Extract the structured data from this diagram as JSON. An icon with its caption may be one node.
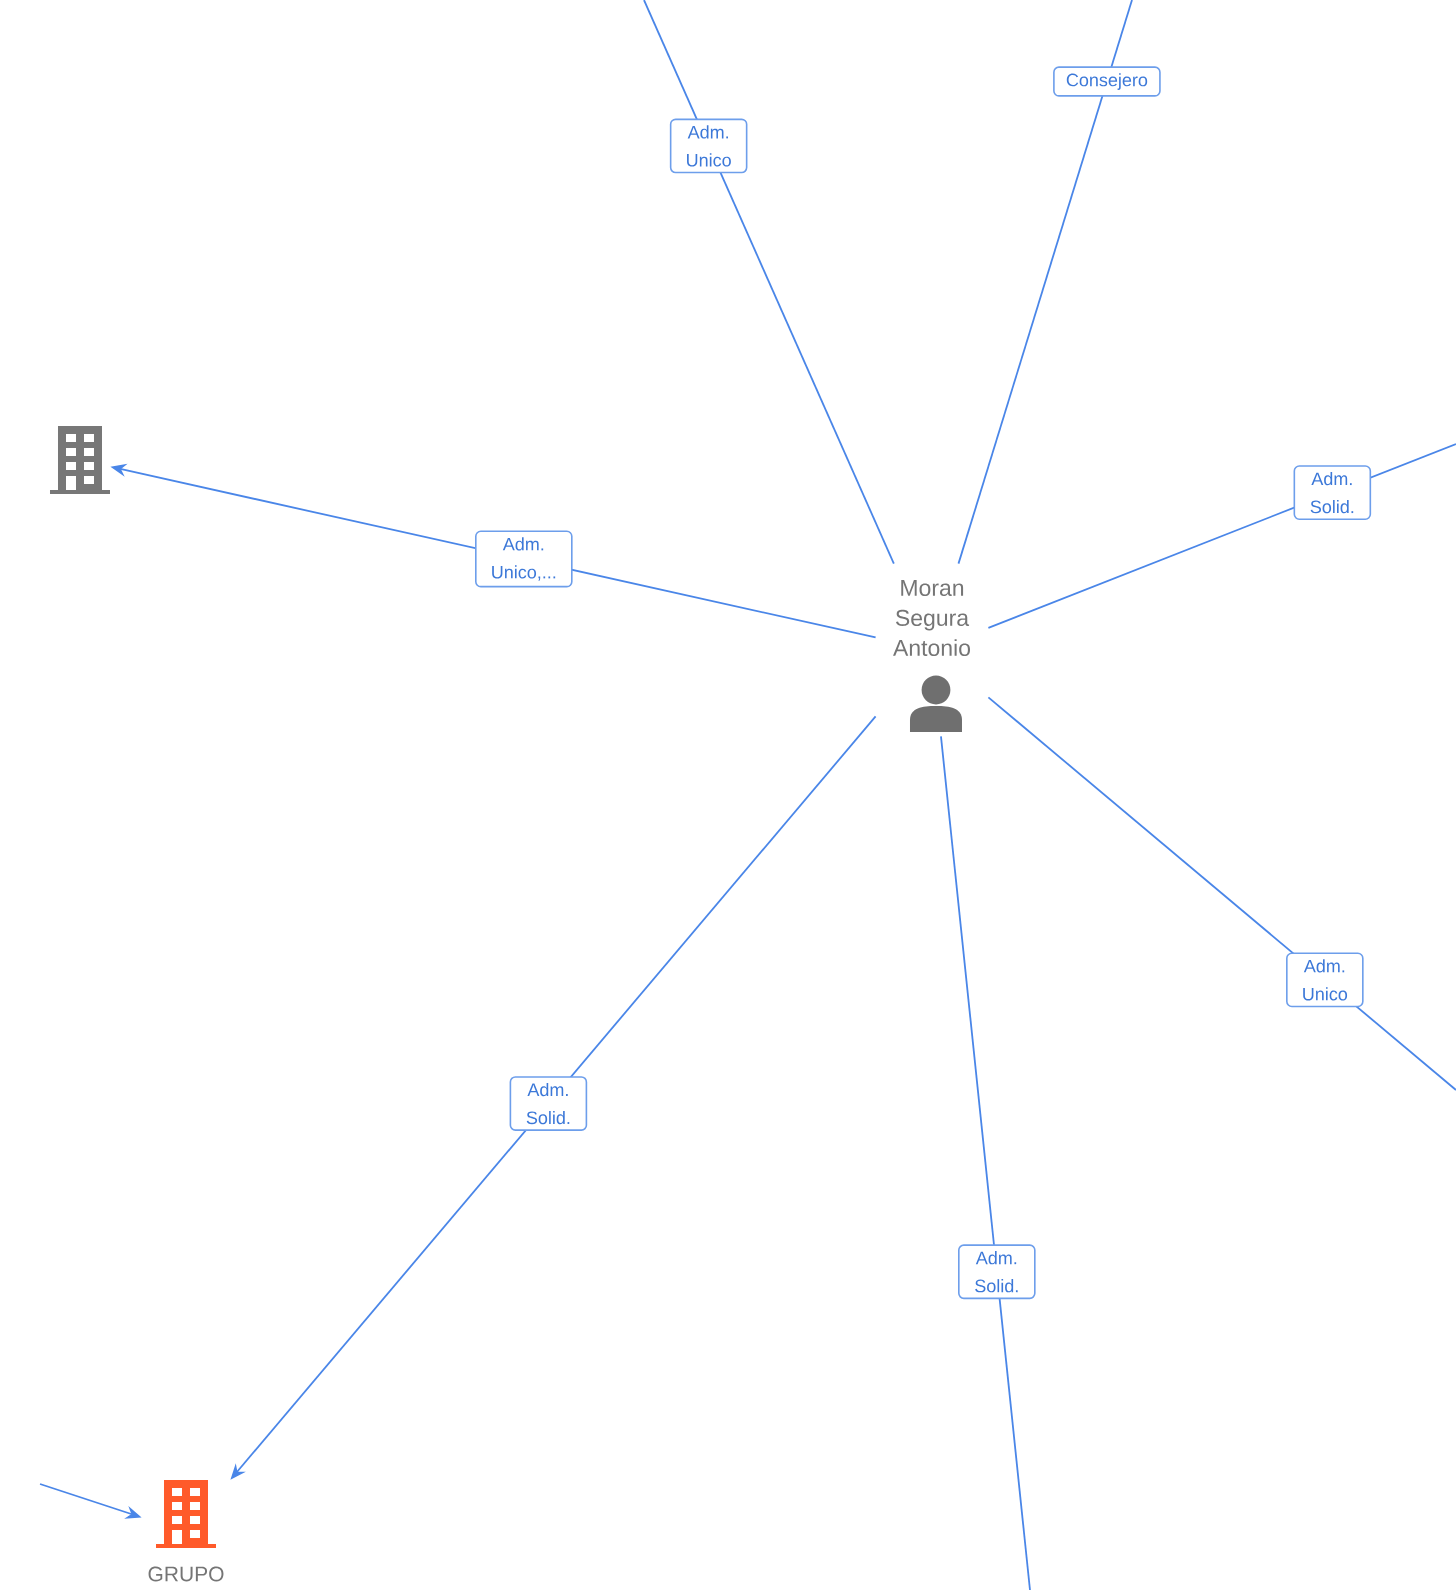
{
  "diagram": {
    "nodes": [
      {
        "text": [
          "Moran Segura Antonio"
        ]
      },
      {
        "text": [],
        "shape": "building"
      },
      {
        "text": [
          "GRUPO"
        ]
      }
    ],
    "edges": [
      {
        "from": 0,
        "to": null,
        "arrow": "none",
        "label": "Adm. Unico"
      },
      {
        "from": 0,
        "to": null,
        "arrow": "none",
        "label": "Consejero"
      },
      {
        "from": 0,
        "to": null,
        "arrow": "none",
        "label": "Adm. Solid."
      },
      {
        "from": 0,
        "to": 1,
        "arrow": "to",
        "label": "Adm. Unico,..."
      },
      {
        "from": 0,
        "to": null,
        "arrow": "none",
        "label": "Adm. Unico"
      },
      {
        "from": 0,
        "to": 2,
        "arrow": "to",
        "label": "Adm. Solid."
      },
      {
        "from": 0,
        "to": null,
        "arrow": "none",
        "label": "Adm. Solid."
      },
      {
        "from": null,
        "to": 2,
        "arrow": "to"
      }
    ]
  }
}
